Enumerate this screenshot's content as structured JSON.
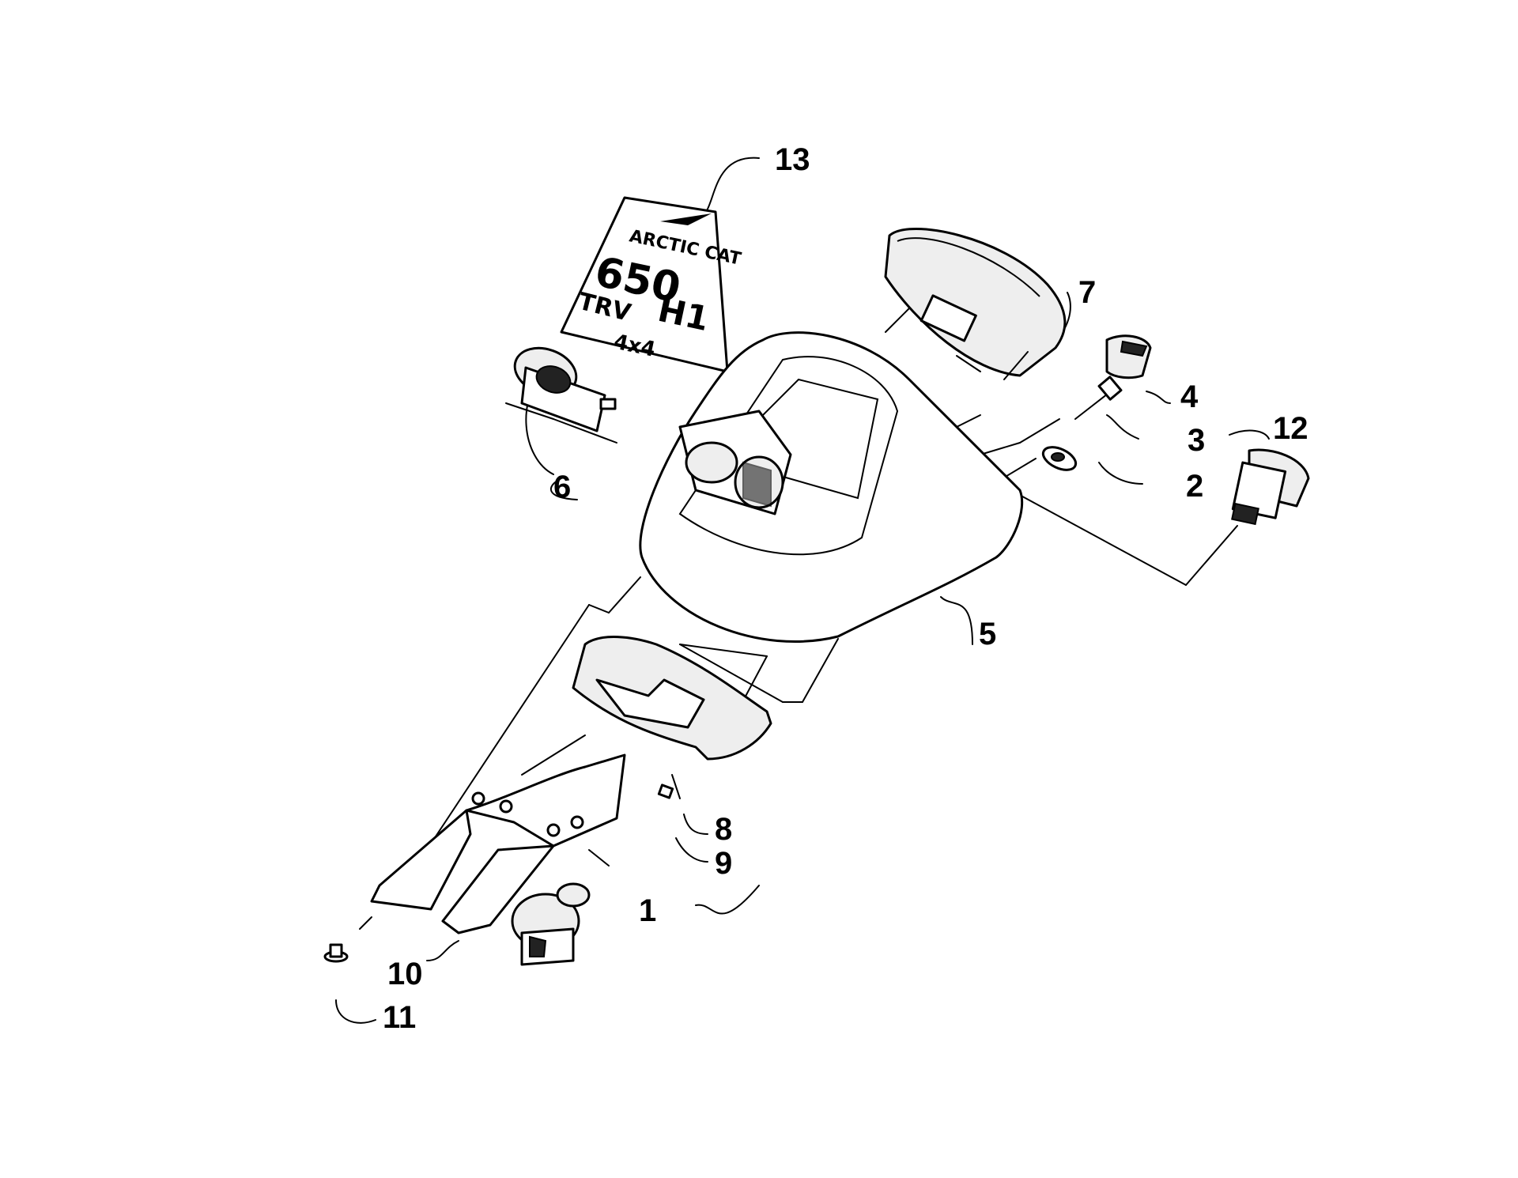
{
  "callouts": [
    {
      "id": "1",
      "label": "1"
    },
    {
      "id": "2",
      "label": "2"
    },
    {
      "id": "3",
      "label": "3"
    },
    {
      "id": "4",
      "label": "4"
    },
    {
      "id": "5",
      "label": "5"
    },
    {
      "id": "6",
      "label": "6"
    },
    {
      "id": "7",
      "label": "7"
    },
    {
      "id": "8",
      "label": "8"
    },
    {
      "id": "9",
      "label": "9"
    },
    {
      "id": "10",
      "label": "10"
    },
    {
      "id": "11",
      "label": "11"
    },
    {
      "id": "12",
      "label": "12"
    },
    {
      "id": "13",
      "label": "13"
    }
  ],
  "decal": {
    "brand": "ARCTIC CAT",
    "number": "650",
    "model": "TRV",
    "series": "H1",
    "drive": "4x4"
  }
}
